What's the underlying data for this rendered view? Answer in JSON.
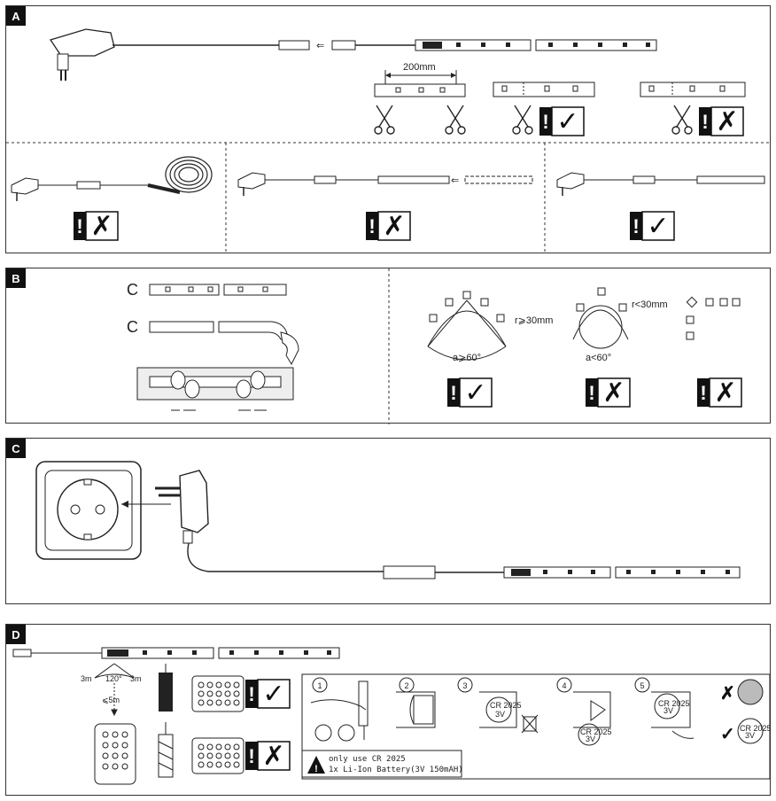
{
  "panels": {
    "a": {
      "letter": "A",
      "length_label": "200mm"
    },
    "b": {
      "letter": "B",
      "radius_ok": "r⩾30mm",
      "radius_bad": "r<30mm",
      "angle_ok": "a⩾60°",
      "angle_bad": "a<60°"
    },
    "c": {
      "letter": "C"
    },
    "d": {
      "letter": "D",
      "range_left": "3m",
      "range_right": "3m",
      "angle": "120°",
      "distance": "⩽5m",
      "steps": [
        "1",
        "2",
        "3",
        "4",
        "5"
      ],
      "battery_code": "CR 2025",
      "battery_voltage": "3V",
      "warning_line1": "only use CR 2025",
      "warning_line2": "1x Li-Ion Battery(3V 150mAH)"
    }
  },
  "symbols": {
    "ok": "✓",
    "bad": "✗",
    "exclaim": "!"
  }
}
